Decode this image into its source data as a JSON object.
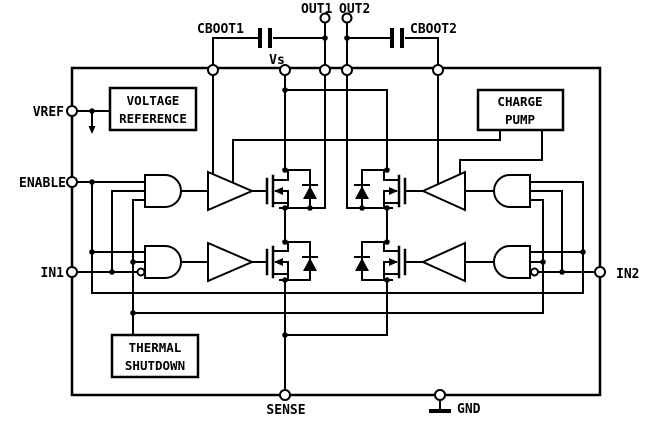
{
  "labels": {
    "vref": "VREF",
    "enable": "ENABLE",
    "in1": "IN1",
    "in2": "IN2",
    "out1": "OUT1",
    "out2": "OUT2",
    "vs": "Vs",
    "cboot1": "CBOOT1",
    "cboot2": "CBOOT2",
    "sense": "SENSE",
    "gnd": "GND"
  },
  "blocks": {
    "voltage_reference_line1": "VOLTAGE",
    "voltage_reference_line2": "REFERENCE",
    "charge_pump_line1": "CHARGE",
    "charge_pump_line2": "PUMP",
    "thermal_shutdown_line1": "THERMAL",
    "thermal_shutdown_line2": "SHUTDOWN"
  },
  "colors": {
    "line": "#000000",
    "background": "#ffffff"
  }
}
